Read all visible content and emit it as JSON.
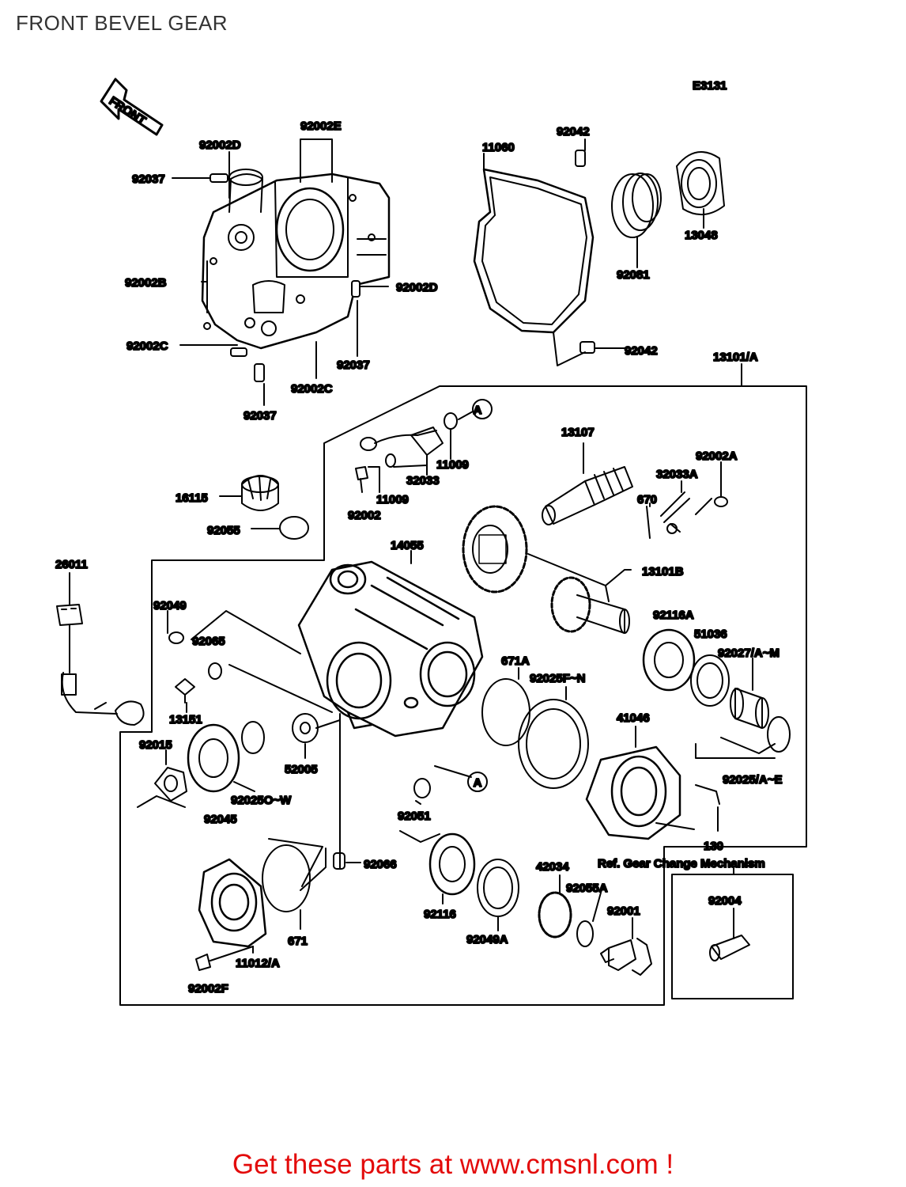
{
  "title": "FRONT BEVEL GEAR",
  "diagram_code": "E3131",
  "front_arrow": "FRONT",
  "ref_note": "Ref. Gear Change Mechanism",
  "footer_text": "Get these parts at www.cmsnl.com !",
  "parts": {
    "p92002D_a": "92002D",
    "p92002E": "92002E",
    "p92037_a": "92037",
    "p92002B": "92002B",
    "p92002D_b": "92002D",
    "p92002C_a": "92002C",
    "p92037_b": "92037",
    "p92002C_b": "92002C",
    "p92037_c": "92037",
    "p11060": "11060",
    "p92042_a": "92042",
    "p13048": "13048",
    "p92081": "92081",
    "p92042_b": "92042",
    "p13101A": "13101/A",
    "p11009_a": "11009",
    "p32033": "32033",
    "p11009_b": "11009",
    "p92002": "92002",
    "p13107": "13107",
    "p92002A": "92002A",
    "p32033A": "32033A",
    "p670": "670",
    "p16115": "16115",
    "p92055": "92055",
    "p14055": "14055",
    "p13101B": "13101B",
    "p26011": "26011",
    "p92049": "92049",
    "p92065": "92065",
    "p92116A": "92116A",
    "p51036": "51036",
    "p92027AM": "92027/A~M",
    "p671A": "671A",
    "p92025FN": "92025F~N",
    "p13151": "13151",
    "p41046": "41046",
    "p92015": "92015",
    "p52005": "52005",
    "p92025OW": "92025O~W",
    "p92045": "92045",
    "p92051": "92051",
    "p92025AE": "92025/A~E",
    "p130": "130",
    "p92066": "92066",
    "p42034": "42034",
    "p92055A": "92055A",
    "p92004": "92004",
    "p92001": "92001",
    "p92116": "92116",
    "p92049A": "92049A",
    "p671": "671",
    "p11012A": "11012/A",
    "p92002F": "92002F"
  },
  "markers": {
    "a_top": "A",
    "a_bottom": "A"
  }
}
